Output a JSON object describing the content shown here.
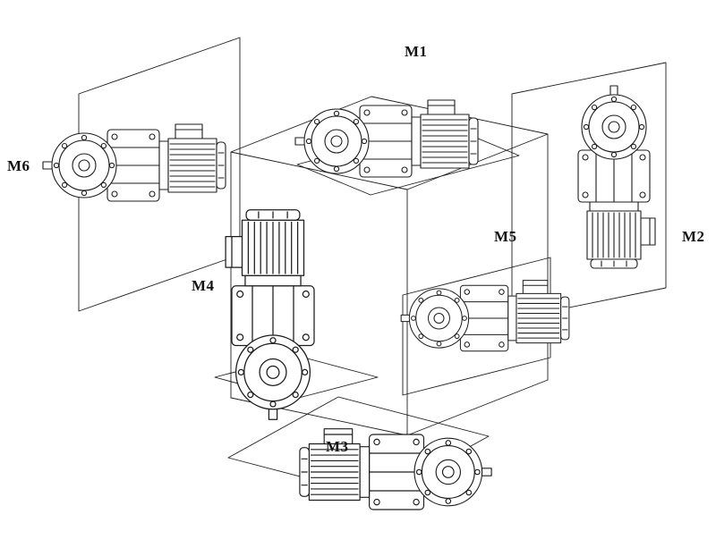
{
  "diagram": {
    "name": "gearmotor-mounting-positions",
    "labels": {
      "m1": "M1",
      "m2": "M2",
      "m3": "M3",
      "m4": "M4",
      "m5": "M5",
      "m6": "M6"
    },
    "colors": {
      "line": "#1d1d1d",
      "background": "#ffffff"
    }
  }
}
